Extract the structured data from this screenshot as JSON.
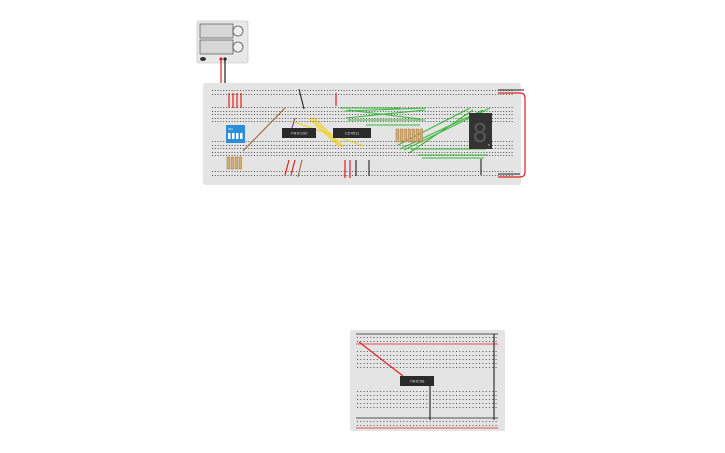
{
  "canvas": {
    "power_supply": {
      "name": "power-supply"
    },
    "breadboard_main": {
      "chips": [
        {
          "label": "74HC192"
        },
        {
          "label": "CD4511"
        }
      ],
      "seven_segment_digit": "8",
      "dip_switch_label": "ON"
    },
    "breadboard_small": {
      "chips": [
        {
          "label": "74HC08"
        }
      ]
    }
  },
  "colors": {
    "breadboard": "#e4e4e4",
    "wire_red": "#e02020",
    "wire_black": "#222222",
    "wire_green": "#3cb83c",
    "wire_yellow": "#f0d020",
    "wire_brown": "#9a6a3a",
    "wire_purple": "#7a3aa0",
    "dip_switch": "#2a8fd8",
    "chip": "#2a2a2a"
  }
}
